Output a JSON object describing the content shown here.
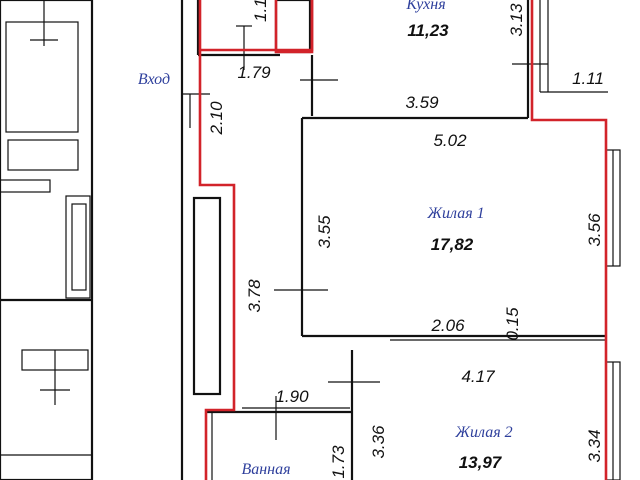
{
  "rooms": {
    "kitchen": {
      "name": "Кухня",
      "area": "11,23"
    },
    "living1": {
      "name": "Жилая 1",
      "area": "17,82"
    },
    "living2": {
      "name": "Жилая 2",
      "area": "13,97"
    },
    "bathroom": {
      "name": "Ванная"
    },
    "entrance": {
      "name": "Вход"
    }
  },
  "dimensions": {
    "d_1_1": "1.1",
    "d_3_13": "3.13",
    "d_1_79": "1.79",
    "d_1_11": "1.11",
    "d_2_10": "2.10",
    "d_3_59": "3.59",
    "d_5_02": "5.02",
    "d_3_55": "3.55",
    "d_3_56": "3.56",
    "d_3_78": "3.78",
    "d_2_06": "2.06",
    "d_0_15": "0.15",
    "d_4_17": "4.17",
    "d_1_90": "1.90",
    "d_3_36": "3.36",
    "d_3_34": "3.34",
    "d_1_73": "1.73"
  }
}
